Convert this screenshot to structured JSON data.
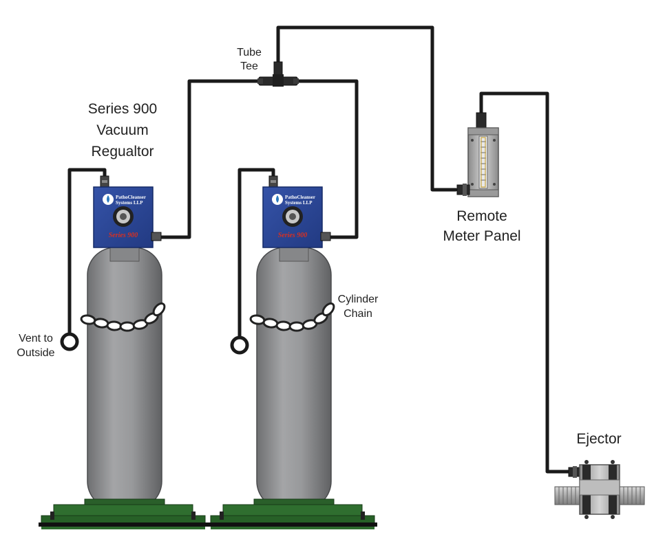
{
  "labels": {
    "regulator": [
      "Series 900",
      "Vacuum",
      "Regualtor"
    ],
    "tube_tee": [
      "Tube",
      "Tee"
    ],
    "remote_meter": [
      "Remote",
      "Meter Panel"
    ],
    "vent": [
      "Vent to",
      "Outside"
    ],
    "cylinder_chain": [
      "Cylinder",
      "Chain"
    ],
    "ejector": "Ejector"
  },
  "regulator_unit": {
    "brand_line1": "PathoCleanser",
    "brand_line2": "Systems LLP",
    "model": "Series 900"
  },
  "colors": {
    "tubing": "#1a1a1a",
    "regulator_body": "#2a4596",
    "cylinder": "#8f9092",
    "base_plate": "#2f6e2f",
    "model_text": "#d83020"
  }
}
